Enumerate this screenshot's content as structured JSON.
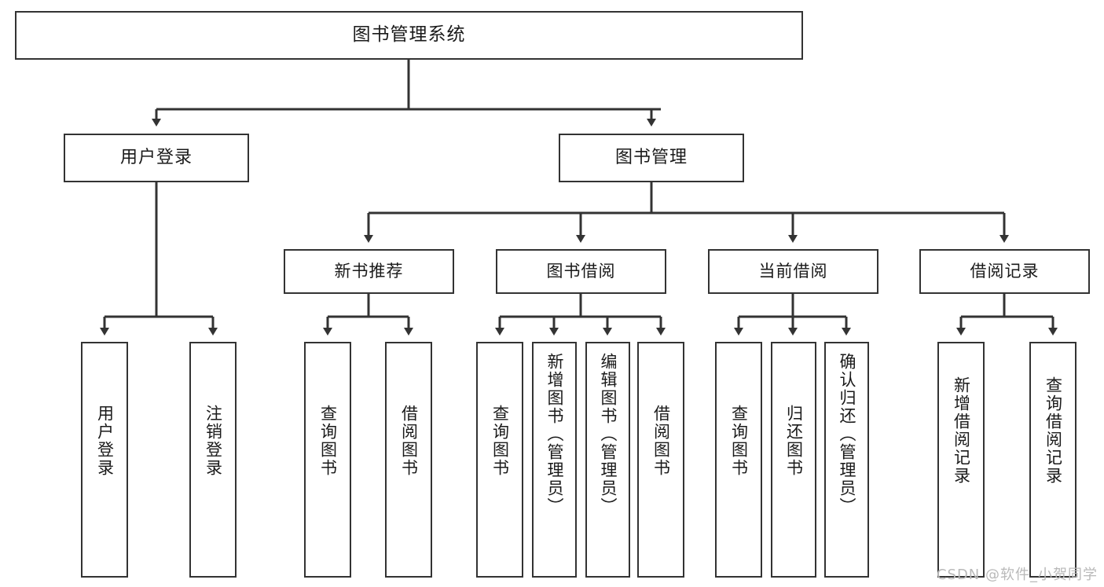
{
  "diagram": {
    "type": "tree",
    "title": "图书管理系统",
    "watermark": "CSDN @软件_小贺同学",
    "colors": {
      "stroke": "#333333",
      "fill": "#ffffff",
      "text": "#1a1a1a",
      "watermark": "#b9b9b9"
    },
    "nodes": {
      "root": {
        "label": "图书管理系统",
        "orientation": "horizontal"
      },
      "level2": [
        {
          "id": "user-login",
          "label": "用户登录",
          "orientation": "horizontal"
        },
        {
          "id": "book-manage",
          "label": "图书管理",
          "orientation": "horizontal"
        }
      ],
      "level3": [
        {
          "id": "new-book-rec",
          "label": "新书推荐",
          "orientation": "horizontal"
        },
        {
          "id": "book-borrow",
          "label": "图书借阅",
          "orientation": "horizontal"
        },
        {
          "id": "current-borrow",
          "label": "当前借阅",
          "orientation": "horizontal"
        },
        {
          "id": "borrow-record",
          "label": "借阅记录",
          "orientation": "horizontal"
        }
      ],
      "leaves": [
        {
          "id": "leaf-user-login",
          "label": "用户登录",
          "parent": "user-login",
          "orientation": "vertical"
        },
        {
          "id": "leaf-user-logout",
          "label": "注销登录",
          "parent": "user-login",
          "orientation": "vertical"
        },
        {
          "id": "leaf-query-book-1",
          "label": "查询图书",
          "parent": "new-book-rec",
          "orientation": "vertical"
        },
        {
          "id": "leaf-borrow-book-1",
          "label": "借阅图书",
          "parent": "new-book-rec",
          "orientation": "vertical"
        },
        {
          "id": "leaf-query-book-2",
          "label": "查询图书",
          "parent": "book-borrow",
          "orientation": "vertical"
        },
        {
          "id": "leaf-add-book",
          "label": "新增图书（管理员）",
          "parent": "book-borrow",
          "orientation": "vertical"
        },
        {
          "id": "leaf-edit-book",
          "label": "编辑图书（管理员）",
          "parent": "book-borrow",
          "orientation": "vertical"
        },
        {
          "id": "leaf-borrow-book-2",
          "label": "借阅图书",
          "parent": "book-borrow",
          "orientation": "vertical"
        },
        {
          "id": "leaf-query-book-3",
          "label": "查询图书",
          "parent": "current-borrow",
          "orientation": "vertical"
        },
        {
          "id": "leaf-return-book",
          "label": "归还图书",
          "parent": "current-borrow",
          "orientation": "vertical"
        },
        {
          "id": "leaf-confirm-return",
          "label": "确认归还（管理员）",
          "parent": "current-borrow",
          "orientation": "vertical"
        },
        {
          "id": "leaf-add-record",
          "label": "新增借阅记录",
          "parent": "borrow-record",
          "orientation": "vertical"
        },
        {
          "id": "leaf-query-record",
          "label": "查询借阅记录",
          "parent": "borrow-record",
          "orientation": "vertical"
        }
      ]
    }
  }
}
